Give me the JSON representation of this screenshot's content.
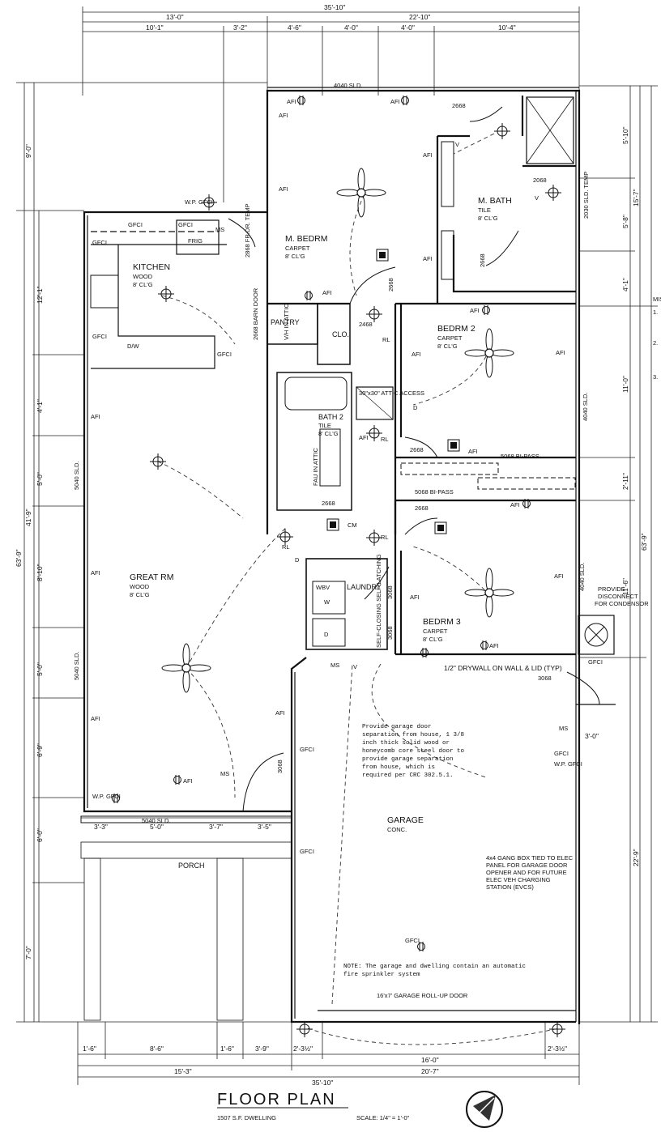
{
  "dims": {
    "top_overall": "35'-10\"",
    "top_left": "13'-0\"",
    "top_right": "22'-10\"",
    "top_a": "10'-1\"",
    "top_b": "3'-2\"",
    "top_c": "4'-6\"",
    "top_d": "4'-0\"",
    "top_e": "4'-0\"",
    "top_f": "10'-4\"",
    "left_overall": "63'-9\"",
    "left_top": "9'-0\"",
    "left_mid": "41'-9\"",
    "left_bot": "7'-0\"",
    "left_a": "12'-1\"",
    "left_b": "4'-1\"",
    "left_c": "5'-0\"",
    "left_d": "8'-10\"",
    "left_e": "5'-0\"",
    "left_f": "6'-9\"",
    "left_g": "6'-0\"",
    "right_overall": "63'-9\"",
    "right_a": "5'-10\"",
    "right_b": "15'-7\"",
    "right_c": "5'-8\"",
    "right_d": "4'-1\"",
    "right_e": "11'-0\"",
    "right_f": "2'-11\"",
    "right_g": "11'-6\"",
    "right_h": "22'-9\"",
    "bot_overall": "35'-10\"",
    "bot_left": "15'-3\"",
    "bot_right": "20'-7\"",
    "bot_a": "1'-6\"",
    "bot_b": "8'-6\"",
    "bot_c": "1'-6\"",
    "bot_d": "3'-9\"",
    "bot_e": "2'-3½\"",
    "bot_f": "16'-0\"",
    "bot_g": "2'-3½\"",
    "porch_a": "3'-3\"",
    "porch_b": "5'-0\"",
    "porch_c": "3'-7\"",
    "porch_d": "3'-5\"",
    "porch_e": "3'-0\""
  },
  "rooms": {
    "master_bedroom": {
      "name": "M. BEDRM",
      "floor": "CARPET",
      "ceiling": "8' CL'G"
    },
    "master_bath": {
      "name": "M. BATH",
      "floor": "TILE",
      "ceiling": "8' CL'G"
    },
    "kitchen": {
      "name": "KITCHEN",
      "floor": "WOOD",
      "ceiling": "8' CL'G"
    },
    "bedroom2": {
      "name": "BEDRM 2",
      "floor": "CARPET",
      "ceiling": "8' CL'G"
    },
    "bath2": {
      "name": "BATH 2",
      "floor": "TILE",
      "ceiling": "8' CL'G"
    },
    "great_room": {
      "name": "GREAT RM",
      "floor": "WOOD",
      "ceiling": "8' CL'G"
    },
    "bedroom3": {
      "name": "BEDRM 3",
      "floor": "CARPET",
      "ceiling": "8' CL'G"
    },
    "garage": {
      "name": "GARAGE",
      "floor": "CONC."
    },
    "pantry": "PANTRY",
    "closet": "CLO.",
    "laundry": "LAUNDRY",
    "porch": "PORCH"
  },
  "labels": {
    "win_4040_top": "4040 SLD.",
    "door_2668_mbath": "2668",
    "door_2068": "2068",
    "win_2030": "2030 SLD. TEMP",
    "door_2668_mbed": "2668",
    "door_2668_mb2": "2668",
    "door_2868": "2868 FR.DR. TEMP",
    "barn_door": "2668 BARN DOOR",
    "frig": "FRIG",
    "dw": "D/W",
    "door_2468": "2468",
    "attic_access": "30\"x30\" ATTIC ACCESS",
    "win_4040_b2": "4040 SLD.",
    "door_2668_b2": "2668",
    "bipass_1": "5068 BI-PASS",
    "bipass_2": "5068 BI-PASS",
    "door_2668_bath2": "2668",
    "door_2668_b3": "2668",
    "win_5040_1": "5040 SLD.",
    "win_5040_2": "5040 SLD.",
    "win_5040_porch": "5040 SLD.",
    "win_4040_b3": "4040 SLD.",
    "door_3068_laundry": "3068",
    "door_3068_garage": "3068",
    "door_3068_side": "3068",
    "door_3068_front": "3068",
    "self_closing": "SELF-CLOSING SELF-LATCHING",
    "wbv": "WBV",
    "washer": "W",
    "dryer": "D",
    "cm": "CM",
    "v_in_attic": "V/H IN ATTIC",
    "fau_in_attic": "FAU IN ATTIC",
    "garage_door": "16'x7' GARAGE ROLL-UP DOOR"
  },
  "notes": {
    "drywall": "1/2\" DRYWALL ON WALL & LID (TYP)",
    "disconnect": "PROVIDE DISCONNECT FOR CONDENSOR",
    "separation": "Provide garage door separation from house, 1 3/8 inch thick solid wood or honeycomb core steel door to provide garage separation from house, which is required per CRC 302.5.1.",
    "gang_box": "4x4 GANG BOX TIED TO ELEC PANEL FOR GARAGE DOOR OPENER AND FOR FUTURE ELEC VEH CHARGING STATION (EVCS)",
    "sprinkler": "NOTE: The garage and dwelling contain an automatic fire sprinkler system"
  },
  "electrical": {
    "afi": "AFI",
    "gfci": "GFCI",
    "wp_gfci": "W.P. GFCI",
    "ms": "MS",
    "rl": "RL",
    "d": "D",
    "v": "V"
  },
  "title_block": {
    "title": "FLOOR PLAN",
    "subtitle": "1507 S.F. DWELLING",
    "scale": "SCALE:  1/4\" = 1'-0\""
  },
  "margin_notes": {
    "header": "MIS",
    "n1": "1.",
    "n2": "2.",
    "n3": "3."
  }
}
